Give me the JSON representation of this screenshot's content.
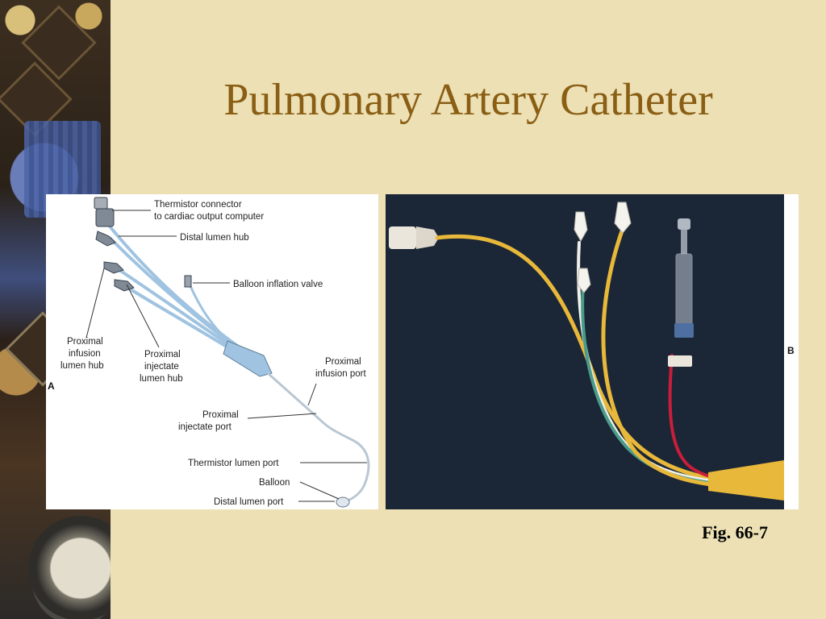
{
  "slide": {
    "title": "Pulmonary Artery Catheter",
    "caption": "Fig. 66-7"
  },
  "figure_a": {
    "panel_letter": "A",
    "labels": {
      "thermistor_connector_1": "Thermistor connector",
      "thermistor_connector_2": "to cardiac output computer",
      "distal_lumen_hub": "Distal lumen hub",
      "balloon_inflation_valve": "Balloon inflation valve",
      "proximal_infusion_hub_1": "Proximal",
      "proximal_infusion_hub_2": "infusion",
      "proximal_infusion_hub_3": "lumen hub",
      "proximal_injectate_hub_1": "Proximal",
      "proximal_injectate_hub_2": "injectate",
      "proximal_injectate_hub_3": "lumen hub",
      "proximal_infusion_port_1": "Proximal",
      "proximal_infusion_port_2": "infusion port",
      "proximal_injectate_port_1": "Proximal",
      "proximal_injectate_port_2": "injectate port",
      "thermistor_lumen_port": "Thermistor lumen port",
      "balloon": "Balloon",
      "distal_lumen_port": "Distal lumen port"
    }
  },
  "figure_b": {
    "panel_letter": "B"
  },
  "colors": {
    "background": "#ece0b4",
    "title": "#8a5e14",
    "photo_bg": "#1b2636",
    "catheter_yellow": "#e8b83a",
    "catheter_red": "#c81e3a",
    "lumen_blue": "#9fc3e0"
  }
}
